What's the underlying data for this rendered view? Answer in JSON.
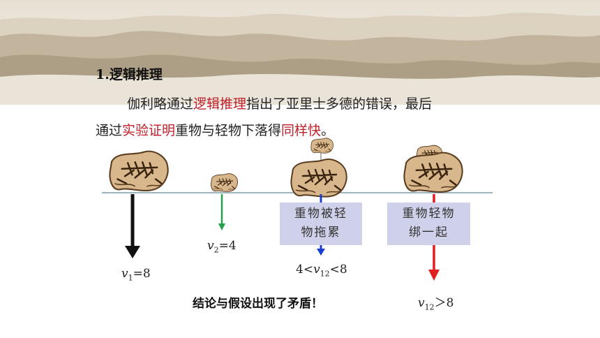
{
  "section": {
    "title": "1.逻辑推理"
  },
  "paragraph": {
    "l1_a": "伽利略通过",
    "l1_b": "逻辑推理",
    "l1_c": "指出了亚里士多德的错误，最后",
    "l2_a": "通过",
    "l2_b": "实验证明",
    "l2_c": "重物与轻物下落得",
    "l2_d": "同样快",
    "l2_e": "。"
  },
  "diagram": {
    "heavy": {
      "v": "v",
      "sub": "1",
      "eq": "=8"
    },
    "light": {
      "v": "v",
      "sub": "2",
      "eq": "=4"
    },
    "tied_drag": {
      "box_l1": "重物被轻",
      "box_l2": "物拖累",
      "pre": "4<",
      "v": "v",
      "sub": "12",
      "post": "<8"
    },
    "tied_together": {
      "box_l1": "重物轻物",
      "box_l2": "绑一起",
      "v": "v",
      "sub": "12",
      "post": "＞8"
    }
  },
  "conclusion": "结论与假设出现了矛盾！",
  "colors": {
    "red_text": "#c0202a",
    "box_bg": "#cfd0ea",
    "arrow_black": "#111111",
    "arrow_green": "#22a04a",
    "arrow_blue": "#1a3fd0",
    "arrow_red": "#e02020",
    "ground": "#9bb4bd"
  }
}
